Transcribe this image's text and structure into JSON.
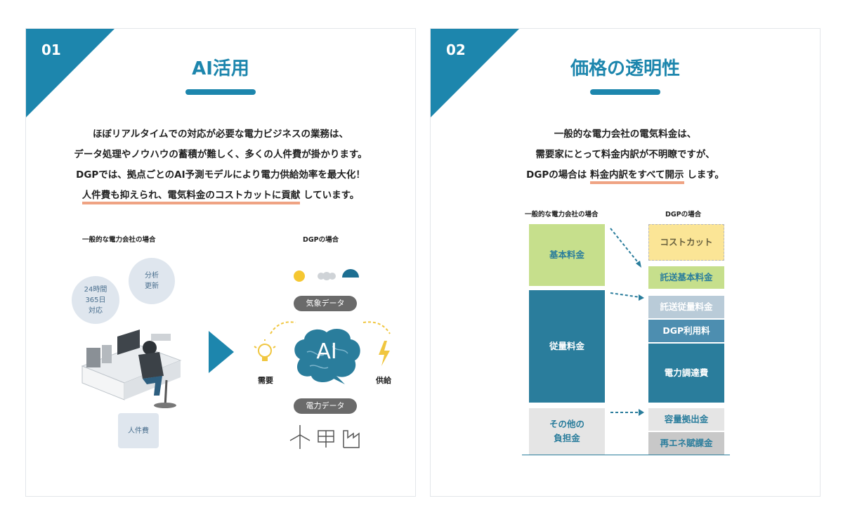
{
  "cards": [
    {
      "number": "01",
      "title": "AI活用",
      "lines": [
        "ほぼリアルタイムでの対応が必要な電力ビジネスの業務は、",
        "データ処理やノウハウの蓄積が難しく、多くの人件費が掛かります。",
        "DGPでは、拠点ごとのAI予測モデルにより電力供給効率を最大化！"
      ],
      "line4_highlight": "人件費も抑えられ、電気料金のコストカットに貢献",
      "line4_rest": " しています。",
      "diagram": {
        "left_label": "一般的な電力会社の場合",
        "right_label": "DGPの場合",
        "bubble_hours": "24時間\n365日\n対応",
        "bubble_analysis": "分析\n更新",
        "bubble_cost": "人件費",
        "pill_weather": "気象データ",
        "pill_power": "電力データ",
        "ai_label": "AI",
        "demand_label": "需要",
        "supply_label": "供給"
      }
    },
    {
      "number": "02",
      "title": "価格の透明性",
      "lines": [
        "一般的な電力会社の電気料金は、",
        "需要家にとって料金内訳が不明瞭ですが、"
      ],
      "line3_prefix": "DGPの場合は ",
      "line3_highlight": "料金内訳をすべて開示",
      "line3_rest": " します。",
      "diagram": {
        "left_label": "一般的な電力会社の場合",
        "right_label": "DGPの場合",
        "left_blocks": [
          "基本料金",
          "従量料金",
          "その他の\n負担金"
        ],
        "right_blocks": [
          "コストカット",
          "託送基本料金",
          "託送従量料金",
          "DGP利用料",
          "電力調達費",
          "容量拠出金",
          "再エネ賦課金"
        ]
      }
    }
  ],
  "colors": {
    "accent": "#1d86ad",
    "highlight": "#efa383",
    "green": "#c6df8c",
    "dark_teal": "#2a7d9c",
    "light_blue": "#b9cbd8",
    "mid_blue": "#4d8eb0",
    "yellow": "#fbe596",
    "grey": "#e5e5e5"
  }
}
